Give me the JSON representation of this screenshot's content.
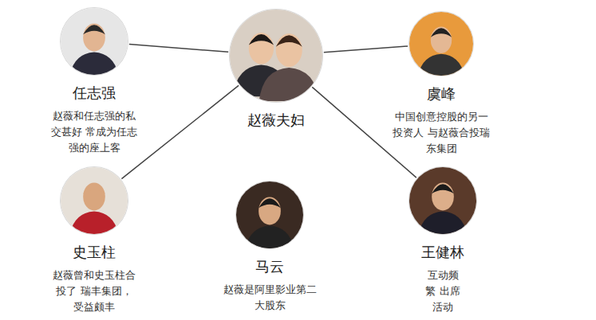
{
  "diagram": {
    "nodes": [
      {
        "text": [
          "任志强",
          "赵薇和任志强的私交甚好 常成为任志强的座上客"
        ]
      },
      {
        "text": [
          "赵薇夫妇"
        ]
      },
      {
        "text": [
          "虞峰",
          "中国创意控股的另一投资人 与赵薇合投瑞东集团"
        ]
      },
      {
        "text": [
          "史玉柱",
          "赵薇曾和史玉柱合投了 瑞丰集团，受益颇丰"
        ]
      },
      {
        "text": [
          "马云",
          "赵薇是阿里影业第二大股东"
        ]
      },
      {
        "text": [
          "王健林",
          "互动频繁 出席活动"
        ]
      }
    ],
    "edges": [
      {
        "from": 0,
        "to": 1,
        "arrow": "none"
      },
      {
        "from": 1,
        "to": 2,
        "arrow": "none"
      },
      {
        "from": 1,
        "to": 3,
        "arrow": "none"
      },
      {
        "from": 1,
        "to": 5,
        "arrow": "none"
      }
    ]
  }
}
